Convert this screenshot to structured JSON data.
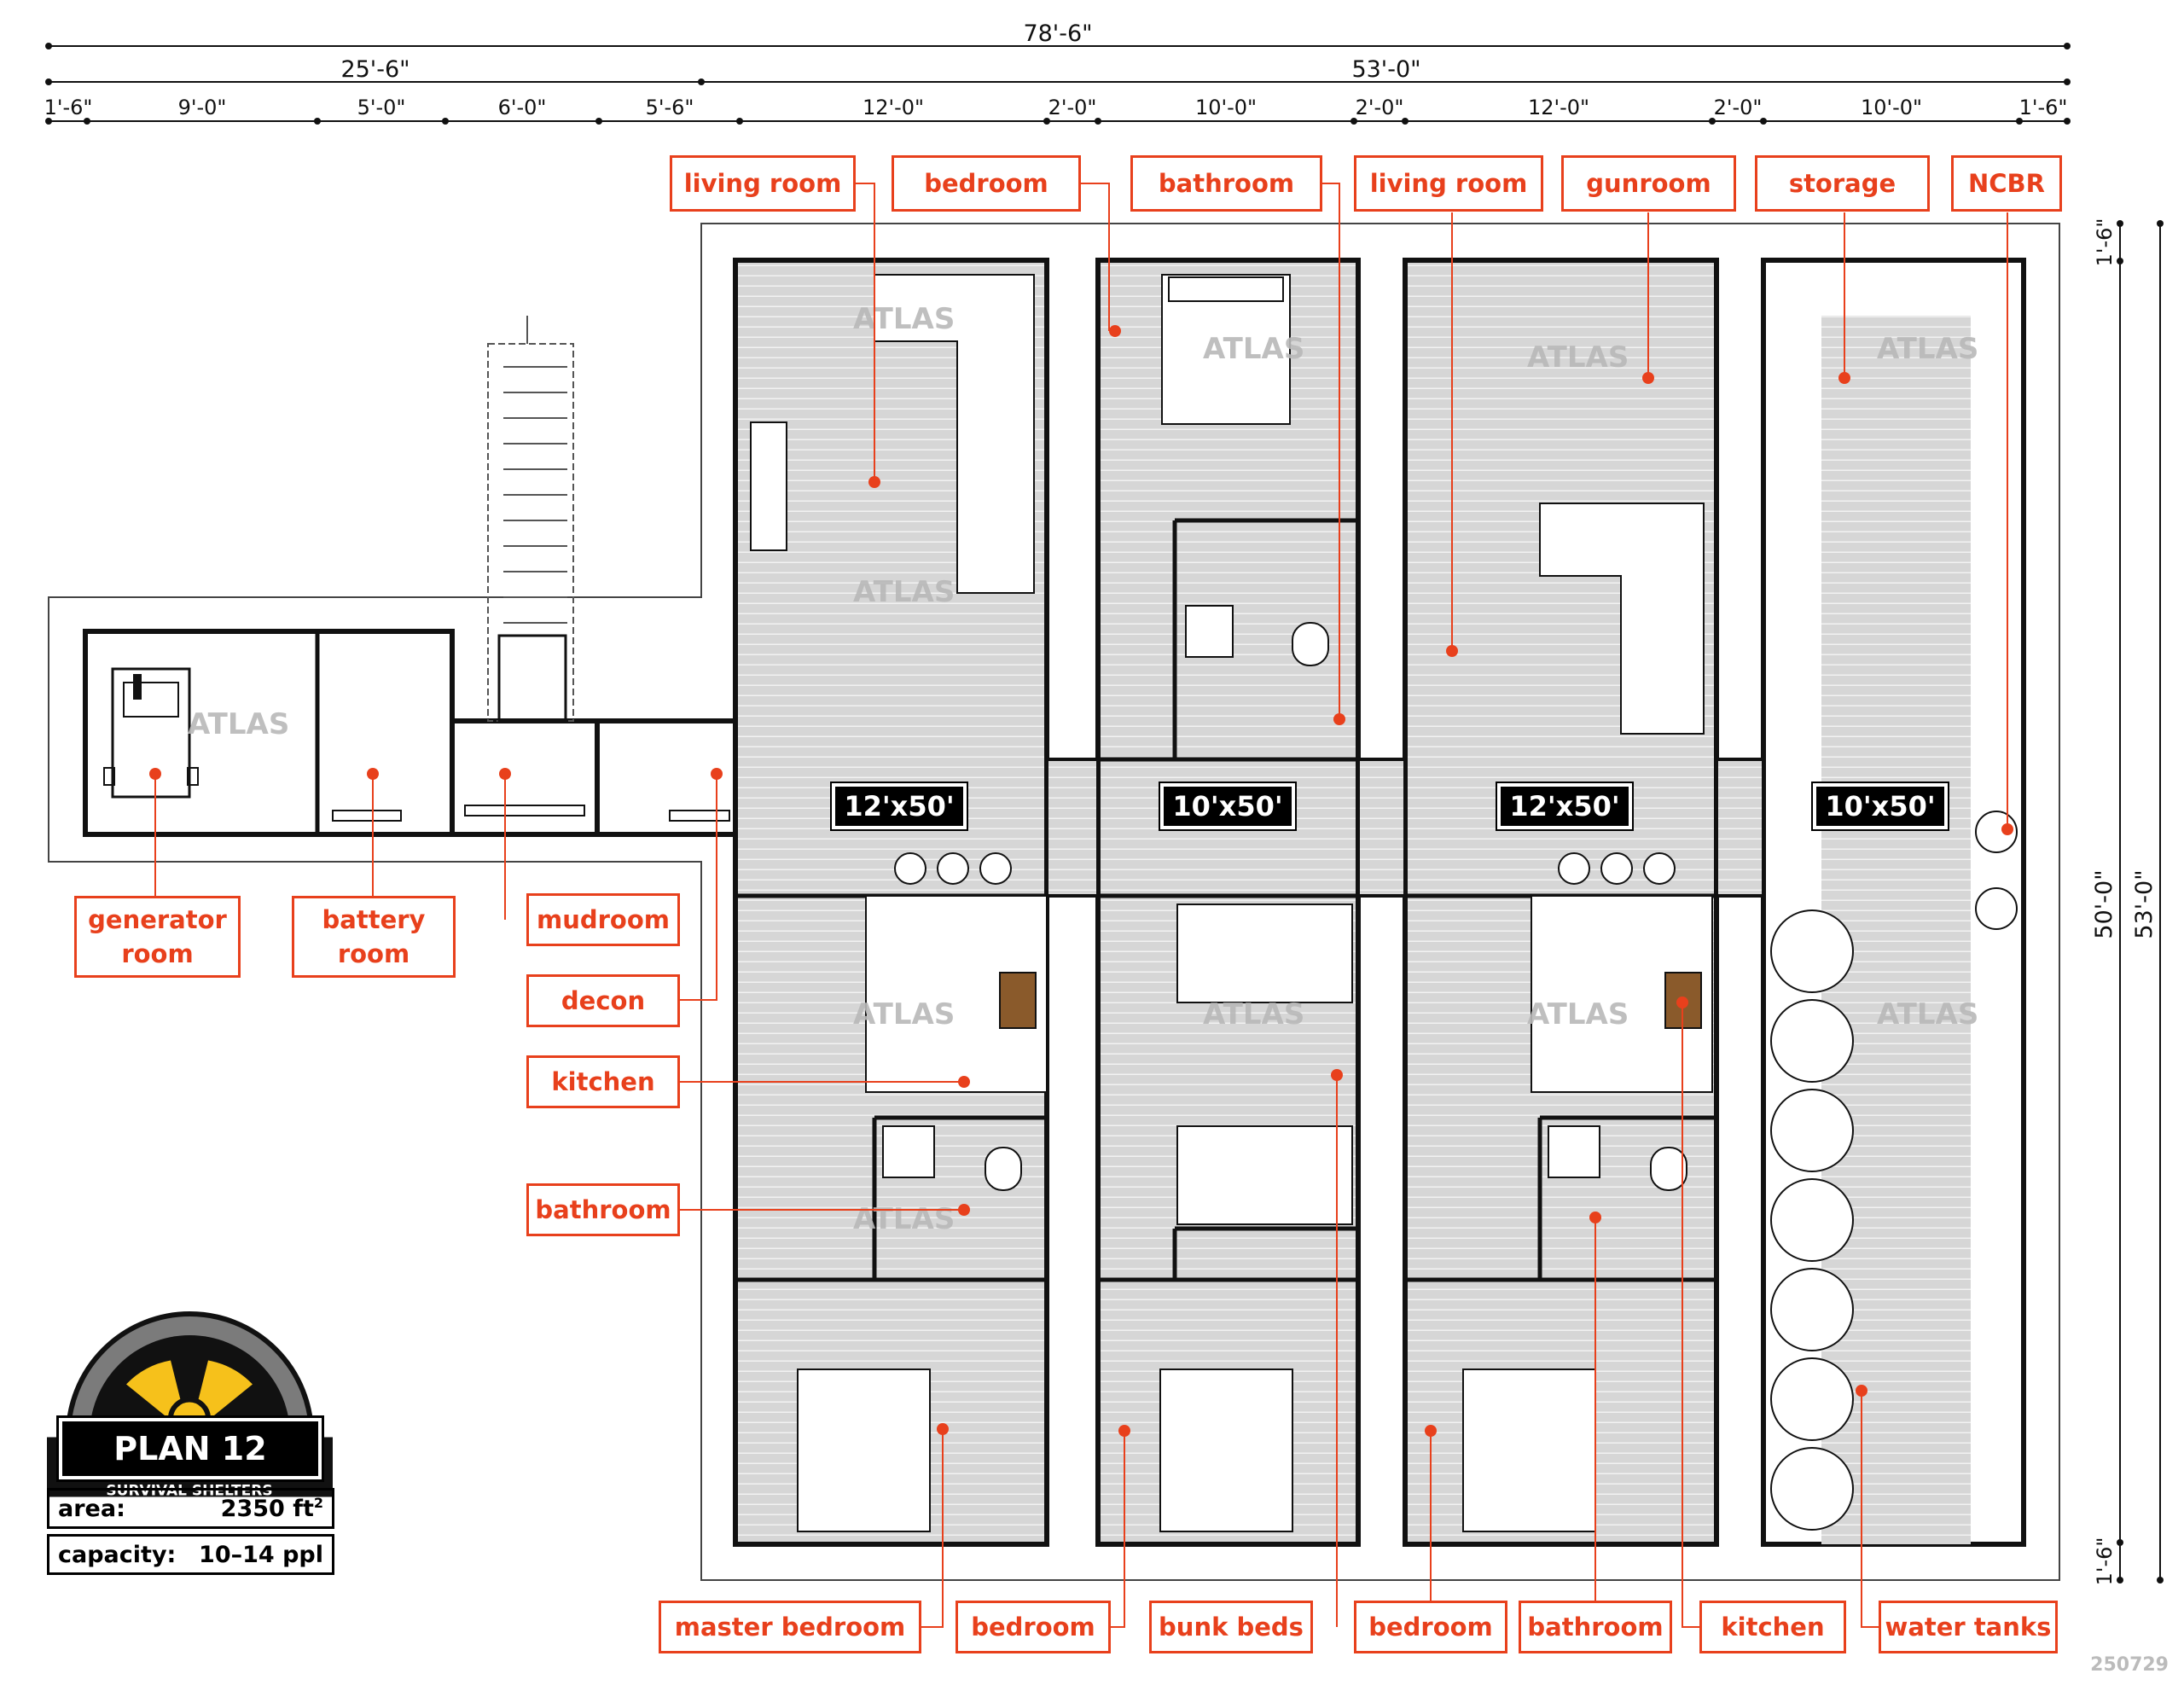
{
  "dimensions": {
    "overall": "78'-6\"",
    "left_section": "25'-6\"",
    "right_section": "53'-0\"",
    "segments": [
      "1'-6\"",
      "9'-0\"",
      "5'-0\"",
      "6'-0\"",
      "5'-6\"",
      "12'-0\"",
      "2'-0\"",
      "10'-0\"",
      "2'-0\"",
      "12'-0\"",
      "2'-0\"",
      "10'-0\"",
      "1'-6\""
    ],
    "right_top": "1'-6\"",
    "right_inner": "50'-0\"",
    "right_outer": "53'-0\"",
    "right_bottom": "1'-6\""
  },
  "containers": [
    "12'x50'",
    "10'x50'",
    "12'x50'",
    "10'x50'"
  ],
  "labels": {
    "top": [
      "living room",
      "bedroom",
      "bathroom",
      "living room",
      "gunroom",
      "storage",
      "NCBR"
    ],
    "left_bottom": [
      [
        "generator",
        "room"
      ],
      [
        "battery",
        "room"
      ],
      "mudroom"
    ],
    "left_side": [
      "decon",
      "kitchen",
      "bathroom"
    ],
    "bottom": [
      "master bedroom",
      "bedroom",
      "bunk beds",
      "bedroom",
      "bathroom",
      "kitchen",
      "water tanks"
    ]
  },
  "brand": {
    "name": "ATLAS",
    "tagline": "SURVIVAL SHELTERS",
    "watermark": "ATLAS"
  },
  "plan": {
    "title": "PLAN 12",
    "area_label": "area:",
    "area_value": "2350 ft",
    "area_unit": "2",
    "capacity_label": "capacity:",
    "capacity_value": "10–14 ppl"
  },
  "stamp": "250729",
  "colors": {
    "accent": "#e8401c",
    "floor": "#d3d3d3",
    "wall": "#111111",
    "logo_yellow": "#f6c11b",
    "logo_grey": "#7b7b7b"
  }
}
